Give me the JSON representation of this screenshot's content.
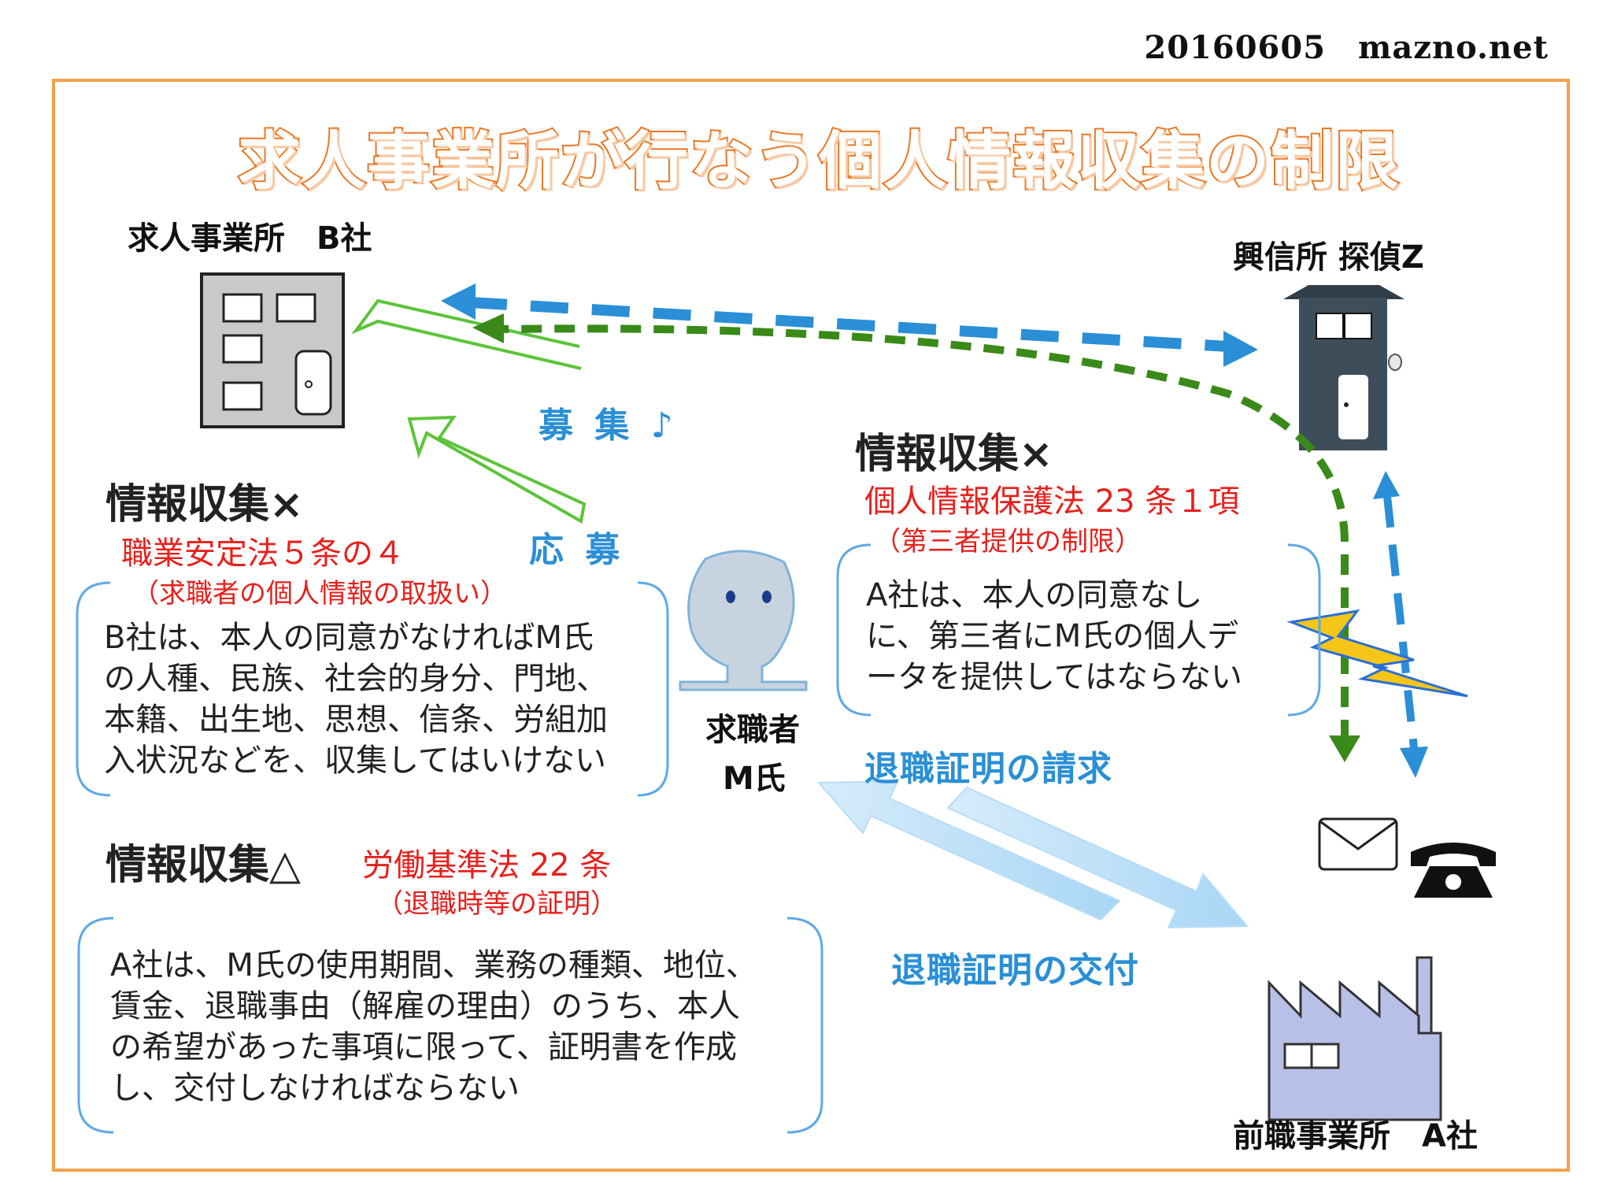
{
  "credit": "20160605　mazno.net",
  "title": "求人事業所が行なう個人情報収集の制限",
  "parties": {
    "b_company": "求人事業所　B社",
    "detective": "興信所 探偵Z",
    "jobseeker_line1": "求職者",
    "jobseeker_line2": "M氏",
    "a_company": "前職事業所　A社"
  },
  "flows": {
    "recruit": "募 集 ♪",
    "apply": "応 募",
    "request_certificate": "退職証明の請求",
    "issue_certificate": "退職証明の交付"
  },
  "blocks": {
    "employment_security": {
      "heading": "情報収集×",
      "law": "職業安定法５条の４",
      "subtitle": "（求職者の個人情報の取扱い）",
      "lines": [
        "B社は、本人の同意がなければM氏",
        "の人種、民族、社会的身分、門地、",
        "本籍、出生地、思想、信条、労組加",
        "入状況などを、収集してはいけない"
      ]
    },
    "privacy_law": {
      "heading": "情報収集×",
      "law": "個人情報保護法 23 条１項",
      "subtitle": "（第三者提供の制限）",
      "lines": [
        "A社は、本人の同意なし",
        "に、第三者にM氏の個人デ",
        "ータを提供してはならない"
      ]
    },
    "labor_standards": {
      "heading": "情報収集△",
      "law": "労働基準法 22 条",
      "subtitle": "（退職時等の証明）",
      "lines": [
        "A社は、M氏の使用期間、業務の種類、地位、",
        "賃金、退職事由（解雇の理由）のうち、本人",
        "の希望があった事項に限って、証明書を作成",
        "し、交付しなければならない"
      ]
    }
  },
  "colors": {
    "frame": "#f0a24a",
    "title_stroke": "#ee7722",
    "law_red": "#e8201c",
    "flow_blue": "#2a8fd6",
    "green_dash": "#3a8a1a",
    "bracket_blue": "#5fa9e6"
  },
  "icons": {
    "b_company": "office-building-icon",
    "detective": "house-with-figure-icon",
    "jobseeker": "person-icon",
    "a_company": "factory-icon",
    "mail": "envelope-icon",
    "phone": "telephone-icon",
    "leak": "lightning-icon"
  }
}
